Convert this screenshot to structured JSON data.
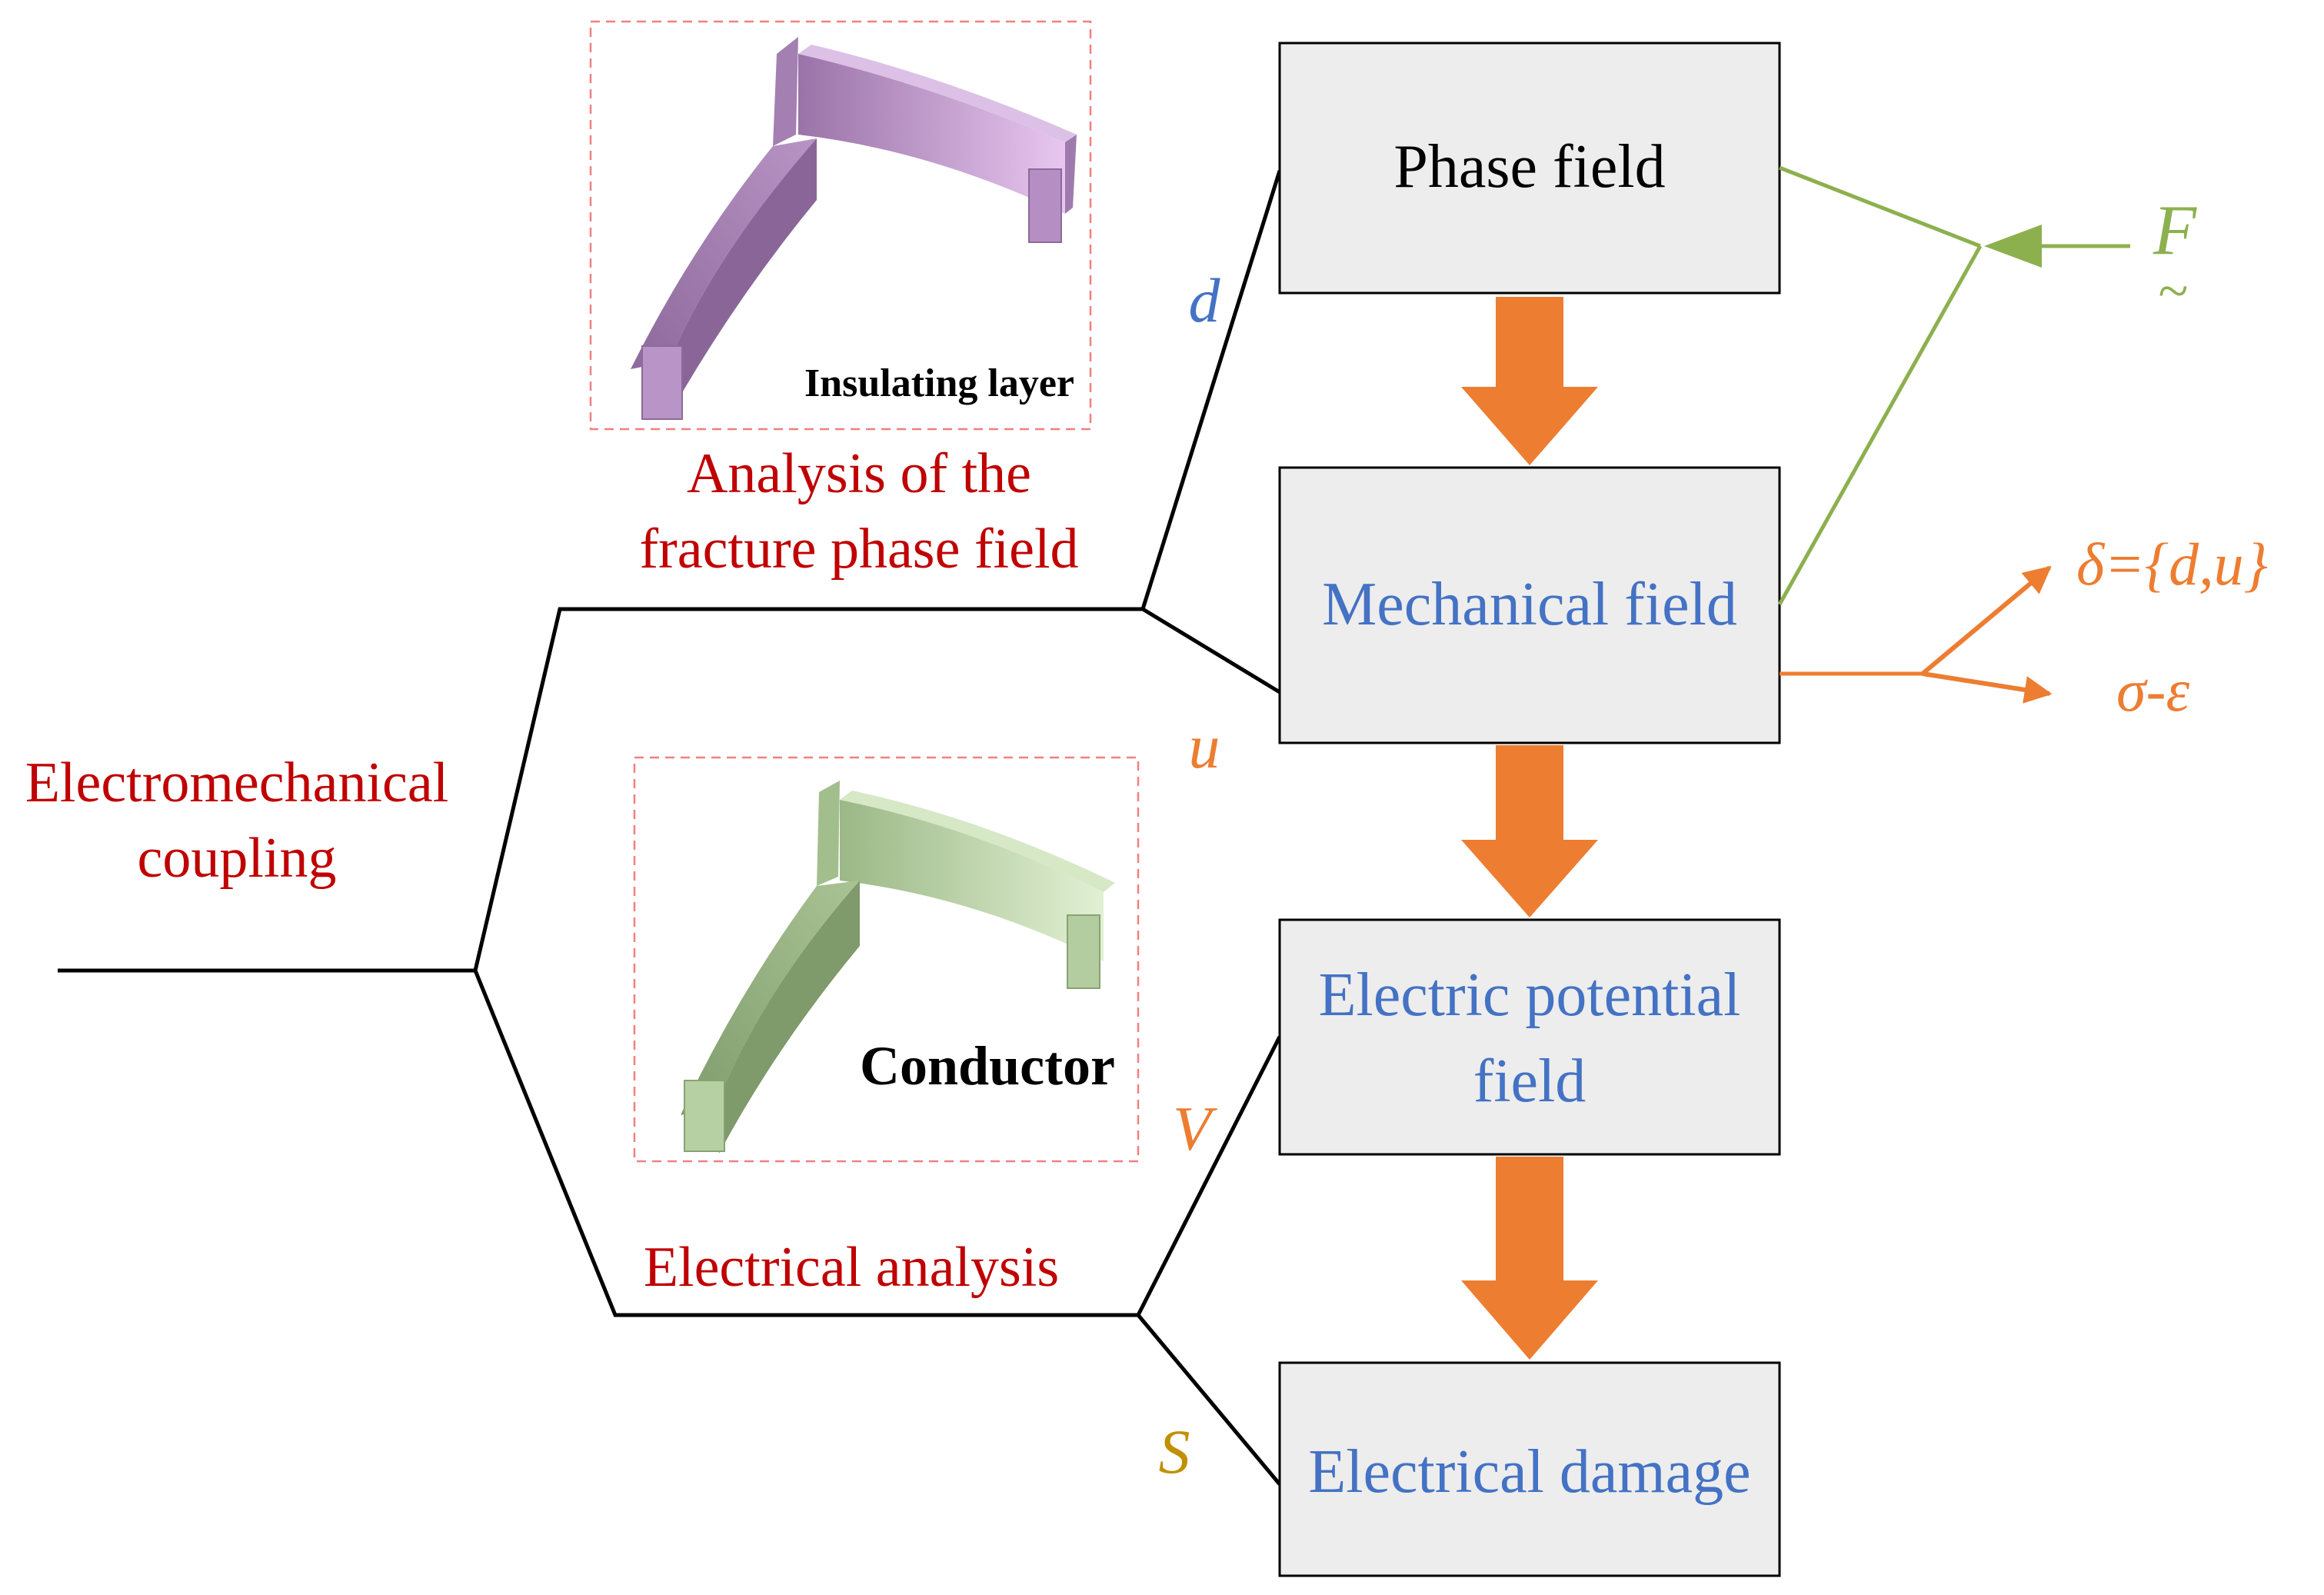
{
  "colors": {
    "red_label": "#c00000",
    "blue_label": "#4472c4",
    "orange": "#ed7d31",
    "green": "#8db04f",
    "gold": "#bf9000",
    "box_fill": "#ededed",
    "line": "#000000",
    "dash_red": "#f08080",
    "insulator": "#c69bd3",
    "conductor": "#b7d39f"
  },
  "root": {
    "label_line1": "Electromechanical",
    "label_line2": "coupling"
  },
  "branches": {
    "fracture": {
      "line1": "Analysis of the",
      "line2": "fracture phase field"
    },
    "electrical": {
      "line1": "Electrical analysis"
    }
  },
  "images": {
    "insulating": {
      "caption": "Insulating layer",
      "icon": "curved-bracket-insulating-layer"
    },
    "conductor": {
      "caption": "Conductor",
      "icon": "curved-bracket-conductor"
    }
  },
  "variables": {
    "d": "d",
    "u": "u",
    "V": "V",
    "S": "S",
    "F": "F",
    "F_tilde": "~",
    "delta": "δ={d,u}",
    "sigma_eps": "σ-ε"
  },
  "boxes": {
    "phase": {
      "line1": "Phase field"
    },
    "mechanical": {
      "line1": "Mechanical field"
    },
    "electric": {
      "line1": "Electric potential",
      "line2": "field"
    },
    "damage": {
      "line1": "Electrical damage"
    }
  }
}
